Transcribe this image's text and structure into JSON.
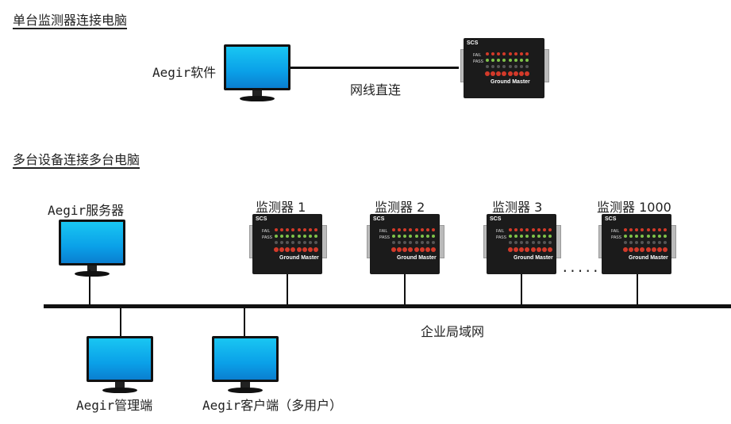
{
  "section1": {
    "title": "单台监测器连接电脑",
    "pc_label": "Aegir软件",
    "link_label": "网线直连"
  },
  "section2": {
    "title": "多台设备连接多台电脑",
    "server_label": "Aegir服务器",
    "devices": [
      "监测器 1",
      "监测器 2",
      "监测器 3",
      "监测器 1000"
    ],
    "ellipsis": "......",
    "network_label": "企业局域网",
    "admin_label": "Aegir管理端",
    "client_label": "Aegir客户端（多用户）"
  },
  "device_face": {
    "brand": "SCS",
    "fail": "FAIL",
    "pass": "PASS",
    "model": "Ground Master"
  },
  "colors": {
    "screen": "#0aa0e8",
    "led_red": "#d33a2a",
    "led_green": "#7fc24a"
  }
}
